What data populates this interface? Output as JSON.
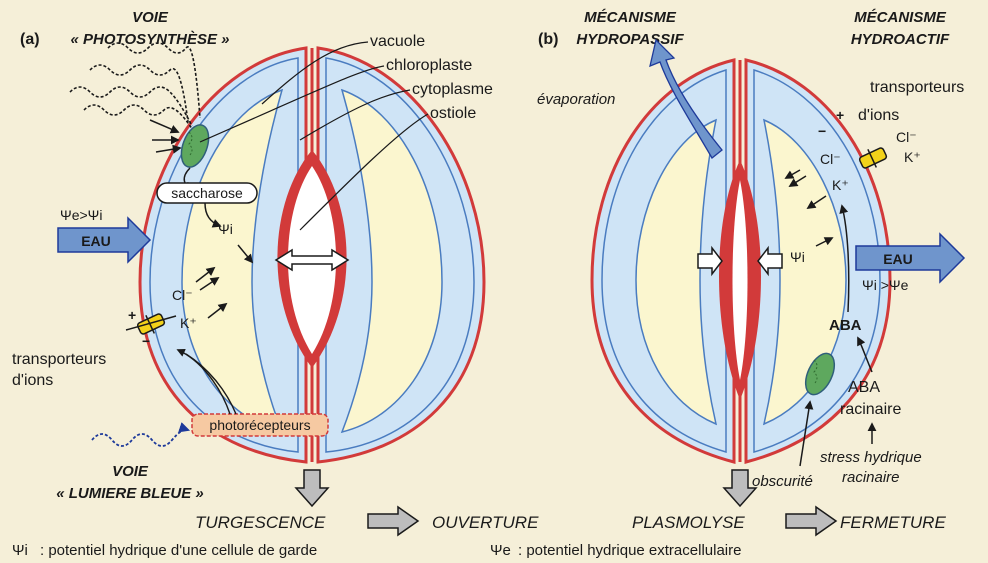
{
  "panel_a": {
    "label": "(a)",
    "voie_photo_1": "VOIE",
    "voie_photo_2": "« PHOTOSYNTHÈSE »",
    "vacuole": "vacuole",
    "chloroplaste": "chloroplaste",
    "cytoplasme": "cytoplasme",
    "ostiole": "ostiole",
    "saccharose": "saccharose",
    "psi_e_gt_psi_i": "Ψe>Ψi",
    "eau": "EAU",
    "psi_i": "Ψi",
    "cl": "Cl⁻",
    "k": "K⁺",
    "transporteurs_1": "transporteurs",
    "transporteurs_2": "d'ions",
    "photorecepteurs": "photorécepteurs",
    "voie_bleue_1": "VOIE",
    "voie_bleue_2": "« LUMIERE BLEUE »",
    "turgescence": "TURGESCENCE",
    "ouverture": "OUVERTURE"
  },
  "panel_b": {
    "label": "(b)",
    "hydropassif_1": "MÉCANISME",
    "hydropassif_2": "HYDROPASSIF",
    "hydroactif_1": "MÉCANISME",
    "hydroactif_2": "HYDROACTIF",
    "evaporation": "évaporation",
    "transporteurs_1": "transporteurs",
    "transporteurs_2": "d'ions",
    "cl": "Cl⁻",
    "k": "K⁺",
    "psi_i": "Ψi",
    "eau": "EAU",
    "psi_i_gt_psi_e": "Ψi >Ψe",
    "aba": "ABA",
    "aba_racinaire_1": "ABA",
    "aba_racinaire_2": "racinaire",
    "stress_1": "stress hydrique",
    "stress_2": "racinaire",
    "obscurite": "obscurité",
    "plasmolyse": "PLASMOLYSE",
    "fermeture": "FERMETURE"
  },
  "footer": {
    "psi_i_sym": "Ψi",
    "psi_i_def": ": potentiel hydrique d'une cellule de garde",
    "psi_e_sym": "Ψe",
    "psi_e_def": ": potentiel hydrique extracellulaire"
  },
  "colors": {
    "background": "#f5efd8",
    "cell_blue": "#cfe4f6",
    "vacuole_yellow": "#fbf6cf",
    "wall_red": "#d23a3a",
    "outline_blue": "#4a7cc0",
    "chloroplast_green": "#5ea85e",
    "arrow_blue": "#6f95cc",
    "arrow_grey": "#bdbdbd",
    "transporter_yellow": "#f2d21a",
    "photoreceptor_box": "#f6c9a2"
  }
}
